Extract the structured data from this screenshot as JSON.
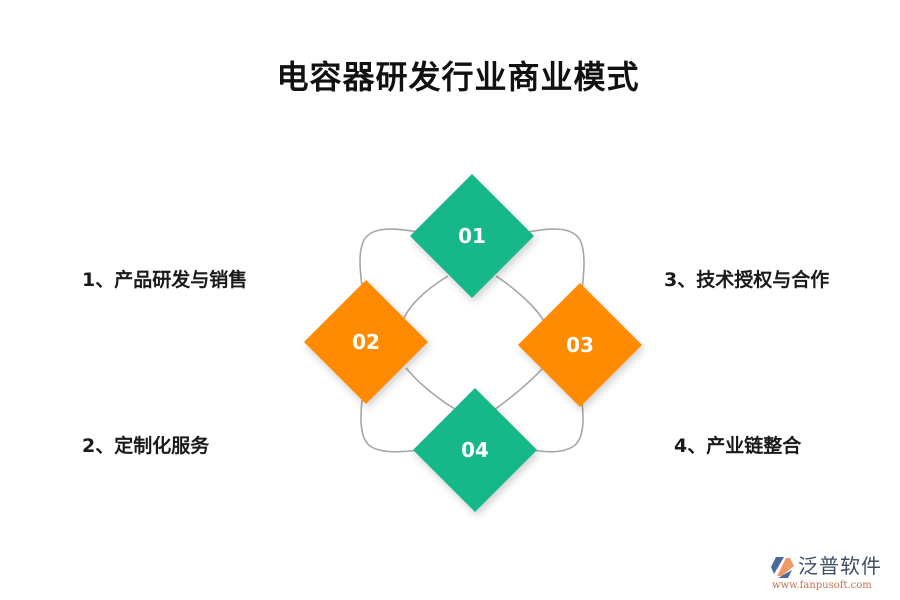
{
  "title": "电容器研发行业商业模式",
  "items": [
    {
      "number": "01",
      "label": "1、产品研发与销售",
      "color": "#14b88a"
    },
    {
      "number": "02",
      "label": "2、定制化服务",
      "color": "#ff8c00"
    },
    {
      "number": "03",
      "label": "3、技术授权与合作",
      "color": "#ff8c00"
    },
    {
      "number": "04",
      "label": "4、产业链整合",
      "color": "#14b88a"
    }
  ],
  "colors": {
    "green": "#14b88a",
    "orange": "#ff8c00",
    "connector": "#a6a6a6",
    "text": "#1a1a1a"
  },
  "logo": {
    "name": "泛普软件",
    "url": "www.fanpusoft.com"
  }
}
